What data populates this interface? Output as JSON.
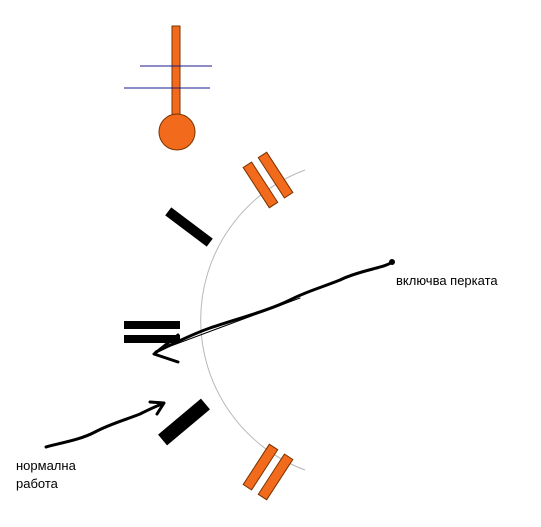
{
  "labels": {
    "fan_on": "включва перката",
    "normal_line1": "нормална",
    "normal_line2": "работа"
  },
  "icons": {
    "thermometer": "thermometer-icon",
    "contacts": "switch-contact-icon",
    "arrows": "hand-drawn-arrow-icon"
  },
  "colors": {
    "background": "#ffffff",
    "accent": "#f26a1c",
    "contact_dark": "#000000",
    "guide_arc": "#b8b8b8",
    "scale_lines": "#1a1a8c",
    "arrow": "#000000"
  }
}
